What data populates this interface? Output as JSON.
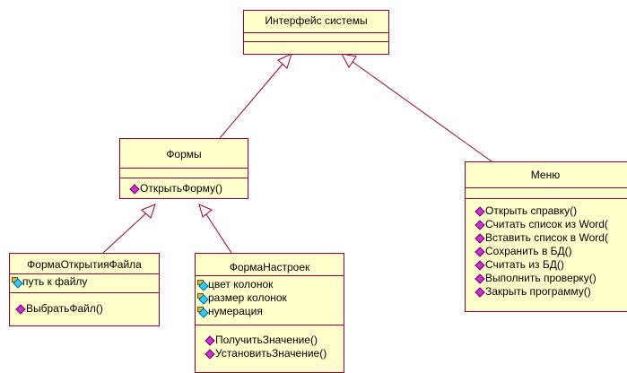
{
  "colors": {
    "box_fill": "#ffffcc",
    "box_border": "#990033",
    "line": "#990033"
  },
  "classes": {
    "interface": {
      "name": "Интерфейс системы",
      "attributes": [],
      "operations": []
    },
    "forms": {
      "name": "Формы",
      "attributes": [],
      "operations": [
        "ОткрытьФорму()"
      ]
    },
    "menu": {
      "name": "Меню",
      "attributes": [],
      "operations": [
        "Открыть справку()",
        "Считать список из Word(",
        "Вставить список в Word(",
        "Сохранить в БД()",
        "Считать из БД()",
        "Выполнить проверку()",
        "Закрыть программу()"
      ]
    },
    "open_file_form": {
      "name": "ФормаОткрытияФайла",
      "attributes": [
        "путь к файлу"
      ],
      "operations": [
        "ВыбратьФайл()"
      ]
    },
    "settings_form": {
      "name": "ФормаНастроек",
      "attributes": [
        "цвет колонок",
        "размер колонок",
        "нумерация"
      ],
      "operations": [
        "ПолучитьЗначение()",
        "УстановитьЗначение()"
      ]
    }
  },
  "relations": [
    {
      "type": "generalization",
      "from": "Формы",
      "to": "Интерфейс системы"
    },
    {
      "type": "generalization",
      "from": "Меню",
      "to": "Интерфейс системы"
    },
    {
      "type": "generalization",
      "from": "ФормаОткрытияФайла",
      "to": "Формы"
    },
    {
      "type": "generalization",
      "from": "ФормаНастроек",
      "to": "Формы"
    }
  ]
}
